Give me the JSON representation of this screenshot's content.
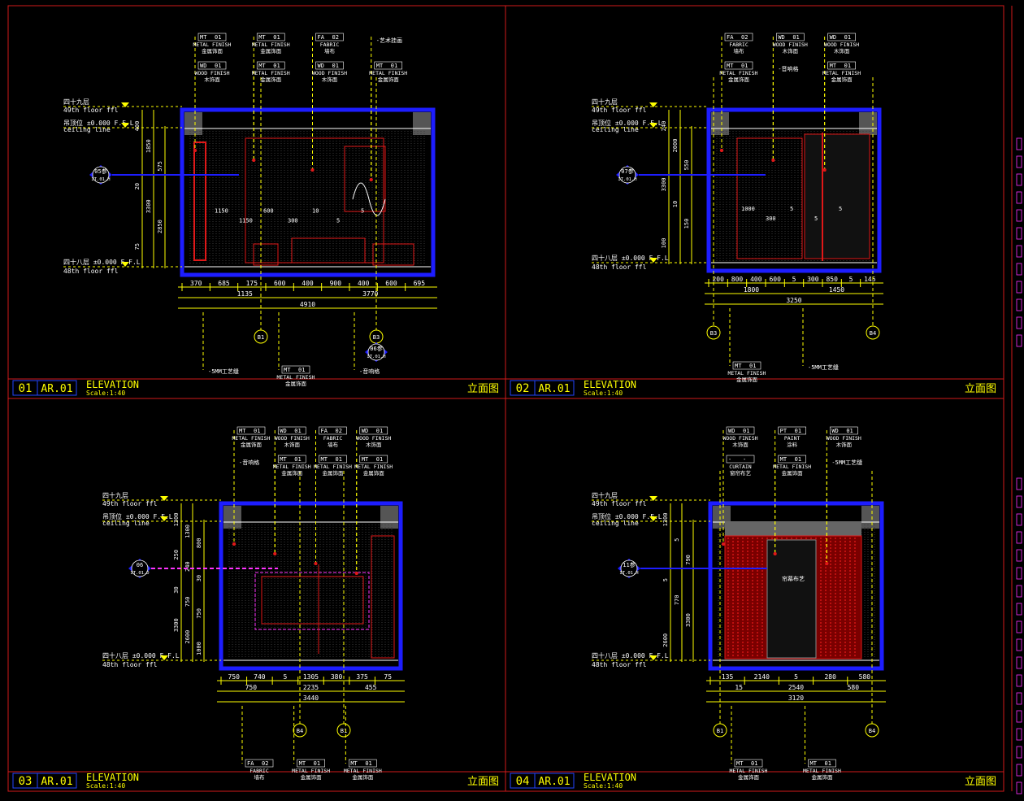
{
  "colors": {
    "background": "#000000",
    "frame": "#d11a1a",
    "dimension": "#ffff00",
    "wall": "#1d1dff",
    "finish": "#e01818",
    "magenta": "#ff33ff",
    "white": "#ffffff",
    "cyan": "#00e5e5"
  },
  "titleblock": {
    "elevation_word": "ELEVATION",
    "scale": "Scale:1:40",
    "chinese_title": "立面图",
    "sheet": "AR.01"
  },
  "panels": [
    {
      "number": "01",
      "levels": {
        "upper_cn": "四十九层",
        "upper_en": "49th floor ffl",
        "ceiling_cn": "吊顶位",
        "ceiling_val": "±0.000 F.F.L",
        "ceiling_en": "ceiling line",
        "lower_cn": "四十八层",
        "lower_val": "±0.000 F.F.L",
        "lower_en": "48th floor ffl"
      },
      "tags_top": [
        {
          "code": "MT",
          "num": "01",
          "en": "METAL FINISH",
          "cn": "金属饰面"
        },
        {
          "code": "MT",
          "num": "01",
          "en": "METAL FINISH",
          "cn": "金属饰面"
        },
        {
          "code": "FA",
          "num": "02",
          "en": "FABRIC",
          "cn": "墙布"
        },
        {
          "code": "",
          "num": "",
          "en": "",
          "cn": "艺术挂画"
        },
        {
          "code": "WD",
          "num": "01",
          "en": "WOOD FINISH",
          "cn": "木饰面"
        },
        {
          "code": "MT",
          "num": "01",
          "en": "METAL FINISH",
          "cn": "金属饰面"
        },
        {
          "code": "WD",
          "num": "01",
          "en": "WOOD FINISH",
          "cn": "木饰面"
        },
        {
          "code": "MT",
          "num": "01",
          "en": "METAL FINISH",
          "cn": "金属饰面"
        }
      ],
      "tags_bottom": [
        {
          "code": "",
          "num": "",
          "en": "",
          "cn": "5MM工艺缝"
        },
        {
          "code": "MT",
          "num": "01",
          "en": "METAL FINISH",
          "cn": "金属饰面"
        },
        {
          "code": "",
          "num": "",
          "en": "",
          "cn": "音响格"
        }
      ],
      "vertical_dims": [
        "400",
        "1850",
        "575",
        "20",
        "3300",
        "2850",
        "75"
      ],
      "inner_dims": [
        "1150",
        "1150",
        "600",
        "300",
        "10",
        "5",
        "5"
      ],
      "h_dims_row1": [
        "370",
        "685",
        "175",
        "600",
        "400",
        "900",
        "400",
        "600",
        "695"
      ],
      "h_dims_row2": [
        "1135",
        "3770"
      ],
      "h_dims_total": "4910",
      "callouts": [
        {
          "label": "05参",
          "sub": "IT.01.H"
        },
        {
          "label": "06参",
          "sub": "IT.01.H"
        }
      ],
      "axis_labels": [
        "B1",
        "B3"
      ]
    },
    {
      "number": "02",
      "levels": {
        "upper_cn": "四十九层",
        "upper_en": "49th floor ffl",
        "ceiling_cn": "吊顶位",
        "ceiling_val": "±0.000 F.F.L",
        "ceiling_en": "ceiling line",
        "lower_cn": "四十八层",
        "lower_val": "±0.000 F.F.L",
        "lower_en": "48th floor ffl"
      },
      "tags_top": [
        {
          "code": "FA",
          "num": "02",
          "en": "FABRIC",
          "cn": "墙布"
        },
        {
          "code": "WD",
          "num": "01",
          "en": "WOOD FINISH",
          "cn": "木饰面"
        },
        {
          "code": "WD",
          "num": "01",
          "en": "WOOD FINISH",
          "cn": "木饰面"
        },
        {
          "code": "MT",
          "num": "01",
          "en": "METAL FINISH",
          "cn": "金属饰面"
        },
        {
          "code": "",
          "num": "",
          "en": "",
          "cn": "音响格"
        },
        {
          "code": "MT",
          "num": "01",
          "en": "METAL FINISH",
          "cn": "金属饰面"
        }
      ],
      "tags_bottom": [
        {
          "code": "MT",
          "num": "01",
          "en": "METAL FINISH",
          "cn": "金属饰面"
        },
        {
          "code": "",
          "num": "",
          "en": "",
          "cn": "5MM工艺缝"
        }
      ],
      "vertical_dims": [
        "240",
        "2000",
        "550",
        "3300",
        "10",
        "150",
        "100"
      ],
      "inner_dims": [
        "1000",
        "300",
        "5",
        "5",
        "5"
      ],
      "h_dims_row1": [
        "200",
        "800",
        "400",
        "600",
        "5",
        "300",
        "850",
        "5",
        "145"
      ],
      "h_dims_row2": [
        "1800",
        "1450"
      ],
      "h_dims_total": "3250",
      "callouts": [
        {
          "label": "07参",
          "sub": "IT.01.H"
        }
      ],
      "axis_labels": [
        "B3",
        "B4"
      ]
    },
    {
      "number": "03",
      "levels": {
        "upper_cn": "四十九层",
        "upper_en": "49th floor ffl",
        "ceiling_cn": "吊顶位",
        "ceiling_val": "±0.000 F.F.L",
        "ceiling_en": "ceiling line",
        "lower_cn": "四十八层",
        "lower_val": "±0.000 F.F.L",
        "lower_en": "48th floor ffl"
      },
      "tags_top": [
        {
          "code": "MT",
          "num": "01",
          "en": "METAL FINISH",
          "cn": "金属饰面"
        },
        {
          "code": "WD",
          "num": "01",
          "en": "WOOD FINISH",
          "cn": "木饰面"
        },
        {
          "code": "FA",
          "num": "02",
          "en": "FABRIC",
          "cn": "墙布"
        },
        {
          "code": "WD",
          "num": "01",
          "en": "WOOD FINISH",
          "cn": "木饰面"
        },
        {
          "code": "",
          "num": "",
          "en": "",
          "cn": "音响格"
        },
        {
          "code": "MT",
          "num": "01",
          "en": "METAL FINISH",
          "cn": "金属饰面"
        },
        {
          "code": "MT",
          "num": "01",
          "en": "METAL FINISH",
          "cn": "金属饰面"
        },
        {
          "code": "MT",
          "num": "01",
          "en": "METAL FINISH",
          "cn": "金属饰面"
        }
      ],
      "tags_bottom": [
        {
          "code": "FA",
          "num": "02",
          "en": "FABRIC",
          "cn": "墙布"
        },
        {
          "code": "MT",
          "num": "01",
          "en": "METAL FINISH",
          "cn": "金属饰面"
        },
        {
          "code": "MT",
          "num": "01",
          "en": "METAL FINISH",
          "cn": "金属饰面"
        }
      ],
      "vertical_dims": [
        "1300",
        "1300",
        "800",
        "250",
        "240",
        "30",
        "30",
        "750",
        "750",
        "3300",
        "2600",
        "1000"
      ],
      "inner_dims": [],
      "h_dims_row1": [
        "750",
        "740",
        "5",
        "1305",
        "380",
        "375",
        "75"
      ],
      "h_dims_row2": [
        "750",
        "2235",
        "455"
      ],
      "h_dims_total": "3440",
      "callouts": [
        {
          "label": "06",
          "sub": "IT.01.D"
        }
      ],
      "axis_labels": [
        "B4",
        "B1"
      ]
    },
    {
      "number": "04",
      "levels": {
        "upper_cn": "四十九层",
        "upper_en": "49th floor ffl",
        "ceiling_cn": "吊顶位",
        "ceiling_val": "±0.000 F.F.L",
        "ceiling_en": "ceiling line",
        "lower_cn": "四十八层",
        "lower_val": "±0.000 F.F.L",
        "lower_en": "48th floor ffl"
      },
      "tags_top": [
        {
          "code": "WD",
          "num": "01",
          "en": "WOOD FINISH",
          "cn": "木饰面"
        },
        {
          "code": "PT",
          "num": "01",
          "en": "PAINT",
          "cn": "涂料"
        },
        {
          "code": "WD",
          "num": "01",
          "en": "WOOD FINISH",
          "cn": "木饰面"
        },
        {
          "code": "-",
          "num": "-",
          "en": "CURTAIN",
          "cn": "窗帘布艺"
        },
        {
          "code": "MT",
          "num": "01",
          "en": "METAL FINISH",
          "cn": "金属饰面"
        },
        {
          "code": "",
          "num": "",
          "en": "",
          "cn": "5MM工艺缝"
        }
      ],
      "tags_bottom": [
        {
          "code": "MT",
          "num": "01",
          "en": "METAL FINISH",
          "cn": "金属饰面"
        },
        {
          "code": "MT",
          "num": "01",
          "en": "METAL FINISH",
          "cn": "金属饰面"
        }
      ],
      "vertical_dims": [
        "1300",
        "5",
        "790",
        "5",
        "770",
        "3300",
        "2600"
      ],
      "inner_dims": [],
      "center_note_cn": "帘幕布艺",
      "h_dims_row1": [
        "135",
        "2140",
        "5",
        "280",
        "580"
      ],
      "h_dims_row2": [
        "15",
        "2540",
        "580"
      ],
      "h_dims_total": "3120",
      "callouts": [
        {
          "label": "11参",
          "sub": "IT.01.H"
        }
      ],
      "axis_labels": [
        "B1",
        "B4"
      ]
    }
  ]
}
